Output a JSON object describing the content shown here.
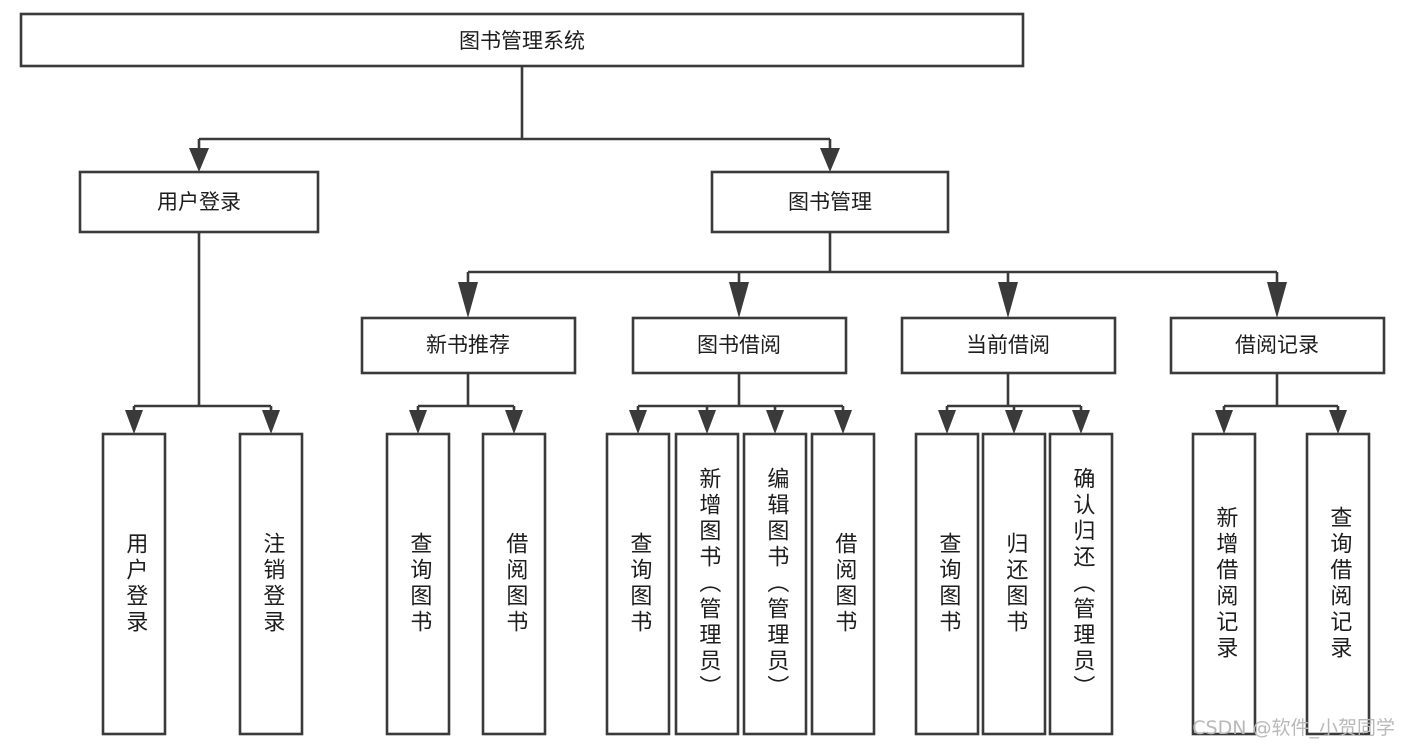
{
  "diagram": {
    "title": "图书管理系统",
    "watermark": "CSDN @软件_小贺同学",
    "colors": {
      "background": "#ffffff",
      "box_fill": "#ffffff",
      "box_stroke": "#3a3a3a",
      "text": "#1d1d1d",
      "watermark": "#b9b9b9"
    },
    "root": {
      "label": "图书管理系统"
    },
    "level2": [
      {
        "label": "用户登录"
      },
      {
        "label": "图书管理"
      }
    ],
    "level3": [
      {
        "label": "新书推荐"
      },
      {
        "label": "图书借阅"
      },
      {
        "label": "当前借阅"
      },
      {
        "label": "借阅记录"
      }
    ],
    "leaves": {
      "user_login": [
        {
          "label": "用户登录"
        },
        {
          "label": "注销登录"
        }
      ],
      "new_book_recommend": [
        {
          "label": "查询图书"
        },
        {
          "label": "借阅图书"
        }
      ],
      "book_borrow": [
        {
          "label": "查询图书"
        },
        {
          "label": "新增图书（管理员）"
        },
        {
          "label": "编辑图书（管理员）"
        },
        {
          "label": "借阅图书"
        }
      ],
      "current_borrow": [
        {
          "label": "查询图书"
        },
        {
          "label": "归还图书"
        },
        {
          "label": "确认归还（管理员）"
        }
      ],
      "borrow_record": [
        {
          "label": "新增借阅记录"
        },
        {
          "label": "查询借阅记录"
        }
      ]
    }
  }
}
